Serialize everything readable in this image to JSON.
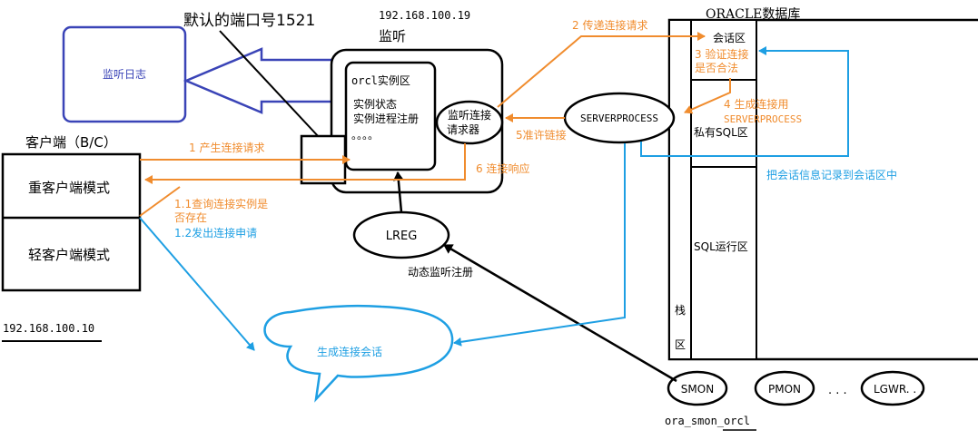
{
  "colors": {
    "orange": "#f08c2e",
    "blue": "#1e9fe3",
    "navy": "#3a44b7",
    "black": "#000000"
  },
  "labels": {
    "default_port": "默认的端口号1521",
    "server_ip": "192.168.100.19",
    "listener_title": "监听",
    "listener_log": "监听日志",
    "orcl_instance": "orcl实例区",
    "instance_state": "实例状态",
    "instance_process_reg": "实例进程注册",
    "dots": "。。。。",
    "listener_handler_1": "监听连接",
    "listener_handler_2": "请求器",
    "client_title": "客户端（B/C）",
    "thick_client": "重客户端模式",
    "thin_client": "轻客户端模式",
    "client_ip": "192.168.100.10",
    "oracle_db": "ORACLE数据库",
    "session_area": "会话区",
    "private_sql": "私有SQL区",
    "sql_run": "SQL运行区",
    "stack_1": "栈",
    "stack_2": "区",
    "serverprocess": "SERVERPROCESS",
    "lreg": "LREG",
    "dynamic_reg": "动态监听注册",
    "create_session": "生成连接会话",
    "smon": "SMON",
    "pmon": "PMON",
    "ellipsis": ". . .",
    "lgwr": "LGWR. . .",
    "smon_process_name": "ora_smon_orcl"
  },
  "steps": {
    "step1": "1 产生连接请求",
    "step1_1a": "1.1查询连接实例是",
    "step1_1b": "否存在",
    "step1_2": "1.2发出连接申请",
    "step2": "2 传递连接请求",
    "step3a": "3 验证连接",
    "step3b": "是否合法",
    "step4a": "4 生成连接用",
    "step4b": "SERVERPROCESS",
    "step5": "5准许链接",
    "step6": "6 连接响应",
    "record_session": "把会话信息记录到会话区中"
  }
}
